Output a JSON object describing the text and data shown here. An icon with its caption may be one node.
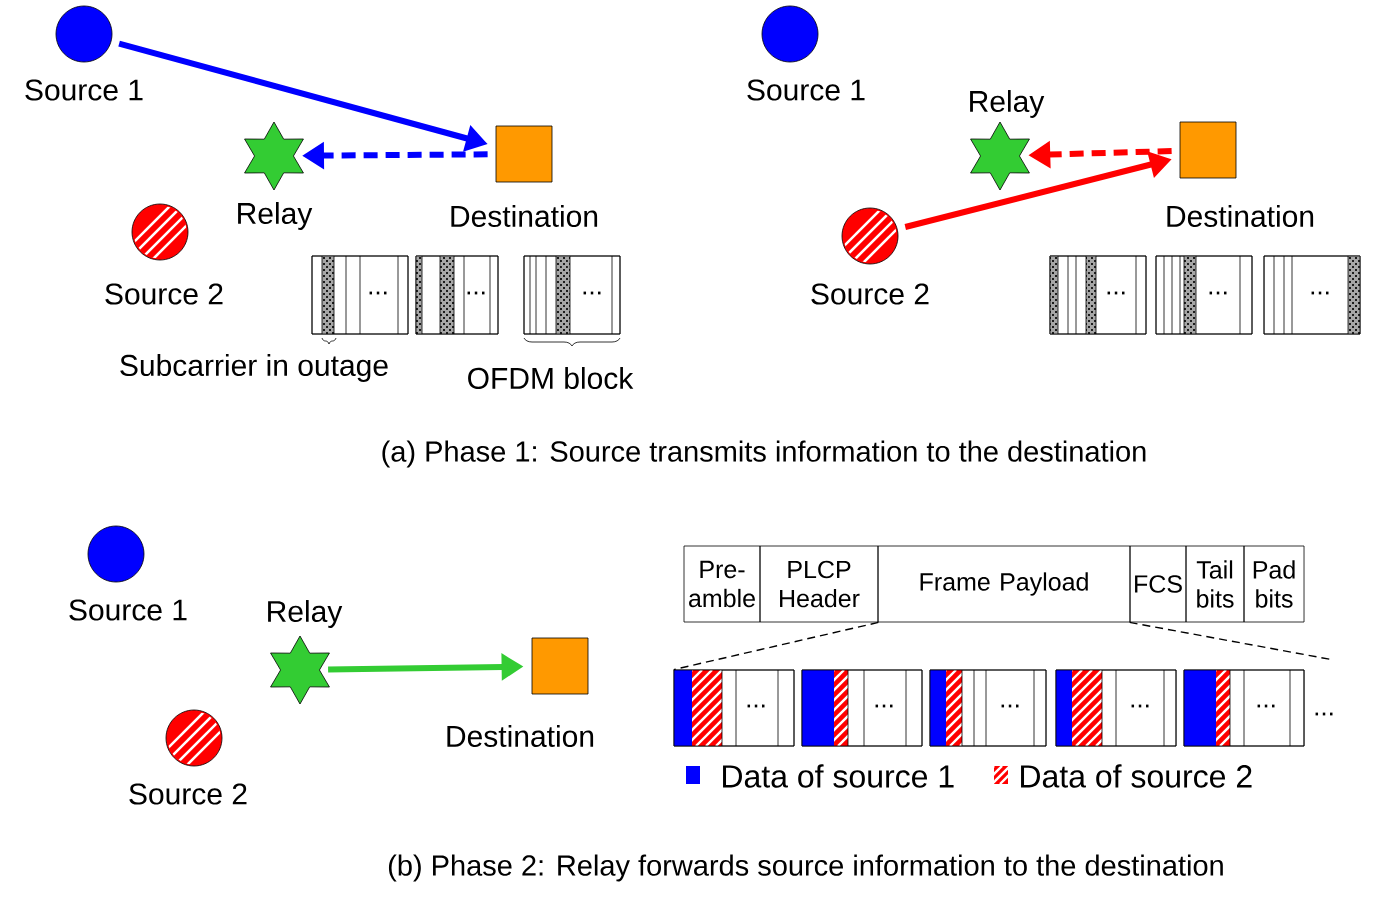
{
  "diagram": {
    "nodes": [
      {
        "text": [
          "Source 1"
        ]
      },
      {
        "text": [
          "Relay"
        ]
      },
      {
        "text": [
          "Destination"
        ]
      },
      {
        "text": [
          "Source 2"
        ]
      },
      {
        "text": [
          "Source 1"
        ]
      },
      {
        "text": [
          "Relay"
        ]
      },
      {
        "text": [
          "Destination"
        ]
      },
      {
        "text": [
          "Source 2"
        ]
      },
      {
        "text": [
          "Source 1"
        ]
      },
      {
        "text": [
          "Relay"
        ]
      },
      {
        "text": [
          "Destination"
        ]
      },
      {
        "text": [
          "Source 2"
        ]
      },
      {
        "text": [
          "Pre-amble"
        ]
      },
      {
        "text": [
          "PLCP Header"
        ]
      },
      {
        "text": [
          "Frame Payload"
        ]
      },
      {
        "text": [
          "FCS"
        ]
      },
      {
        "text": [
          "Tail bits"
        ]
      },
      {
        "text": [
          "Pad bits"
        ]
      },
      {
        "text": [
          "..."
        ]
      },
      {
        "text": [
          "..."
        ]
      },
      {
        "text": [
          "..."
        ]
      },
      {
        "text": [
          "..."
        ]
      },
      {
        "text": [
          "..."
        ]
      },
      {
        "text": [
          "..."
        ]
      },
      {
        "text": [
          "..."
        ]
      },
      {
        "text": [
          "..."
        ]
      },
      {
        "text": [
          "..."
        ]
      },
      {
        "text": [
          "..."
        ]
      },
      {
        "text": [
          "..."
        ]
      }
    ],
    "edges": [
      {
        "from": 0,
        "to": 2,
        "arrow": "to",
        "color": "#0000ff"
      },
      {
        "from": 2,
        "to": 1,
        "arrow": "to",
        "style": "dashed",
        "color": "#0000ff"
      },
      {
        "from": 7,
        "to": 6,
        "arrow": "to",
        "color": "#ff0000"
      },
      {
        "from": 6,
        "to": 5,
        "arrow": "to",
        "style": "dashed",
        "color": "#ff0000"
      },
      {
        "from": 9,
        "to": 10,
        "arrow": "to",
        "color": "#33cc33"
      },
      {
        "from": 13,
        "to": 24,
        "arrow": "none",
        "style": "dashed",
        "color": "#000000"
      },
      {
        "from": 15,
        "to": null,
        "arrow": "none",
        "style": "dashed",
        "color": "#000000"
      }
    ],
    "labels": [
      "Subcarrier in outage",
      "OFDM block",
      "(a) Phase 1: Source transmits information to the destination",
      "...",
      "(b) Phase 2: Relay forwards source information to the destination"
    ],
    "legend": [
      {
        "text": "Data of source 1",
        "color": "#0000ff"
      },
      {
        "text": "Data of source 2"
      }
    ]
  }
}
